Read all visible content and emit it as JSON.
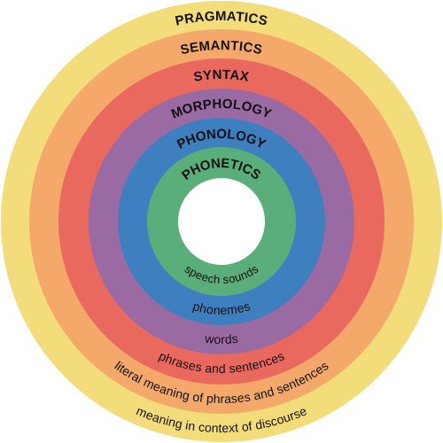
{
  "rings": [
    {
      "id": "pragmatics",
      "title": "PRAGMATICS",
      "description": "meaning in context of discourse",
      "color": "#f3dc7a"
    },
    {
      "id": "semantics",
      "title": "SEMANTICS",
      "description": "literal meaning of phrases and sentences",
      "color": "#f4a96a"
    },
    {
      "id": "syntax",
      "title": "SYNTAX",
      "description": "phrases and sentences",
      "color": "#e9695f"
    },
    {
      "id": "morphology",
      "title": "MORPHOLOGY",
      "description": "words",
      "color": "#9a6aa3"
    },
    {
      "id": "phonology",
      "title": "PHONOLOGY",
      "description": "phonemes",
      "color": "#3d7fbf"
    },
    {
      "id": "phonetics",
      "title": "PHONETICS",
      "description": "speech sounds",
      "color": "#5aae79"
    }
  ],
  "center_color": "#ffffff"
}
